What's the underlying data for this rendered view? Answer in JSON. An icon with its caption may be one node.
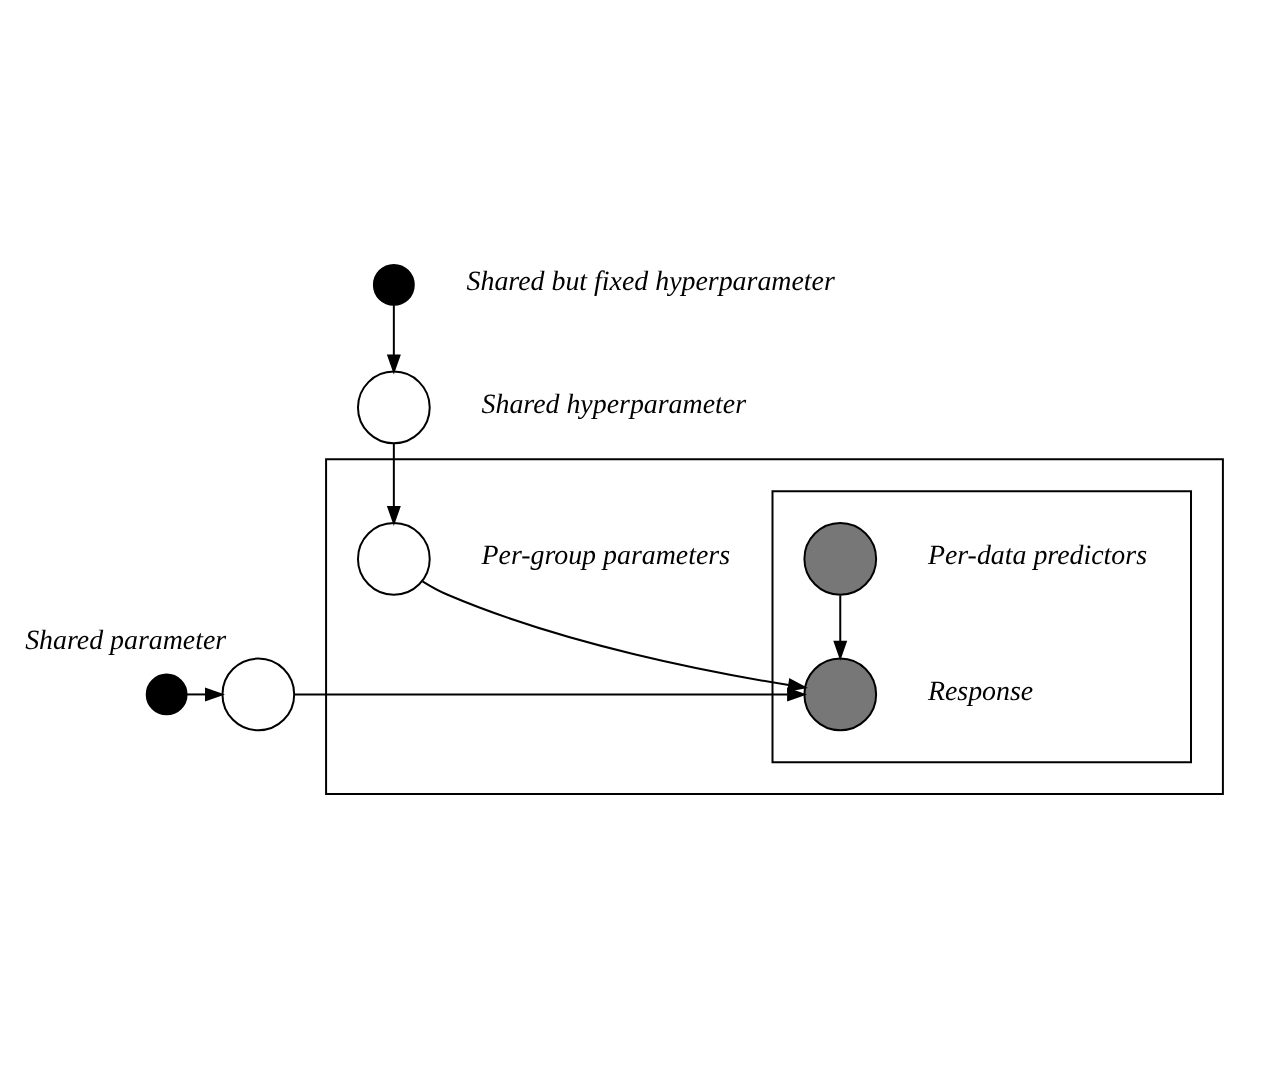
{
  "diagram": {
    "nodes": [
      {
        "text": [],
        "shape": "circle",
        "beside": [
          "Shared but fixed hyperparameter"
        ]
      },
      {
        "text": [],
        "shape": "circle",
        "beside": [
          "Shared hyperparameter"
        ]
      },
      {
        "text": [],
        "shape": "box"
      },
      {
        "text": [],
        "shape": "circle",
        "beside": [
          "Per-group parameters"
        ],
        "in": 2
      },
      {
        "text": [],
        "shape": "box",
        "in": 2
      },
      {
        "text": [],
        "shape": "circle",
        "beside": [
          "Response"
        ],
        "in": 4
      },
      {
        "text": [],
        "shape": "circle",
        "beside": [
          "Per-data predictors"
        ],
        "in": 4
      },
      {
        "text": [],
        "shape": "circle"
      },
      {
        "text": [],
        "shape": "circle",
        "beside": [
          "Shared parameter"
        ]
      }
    ],
    "edges": [
      {
        "from": 0,
        "to": 1,
        "arrow": "to"
      },
      {
        "from": 1,
        "to": 3,
        "arrow": "to"
      },
      {
        "from": 3,
        "to": 5,
        "arrow": "to"
      },
      {
        "from": 6,
        "to": 5,
        "arrow": "to"
      },
      {
        "from": 7,
        "to": 8,
        "arrow": "to"
      },
      {
        "from": 8,
        "to": 5,
        "arrow": "to"
      }
    ]
  }
}
